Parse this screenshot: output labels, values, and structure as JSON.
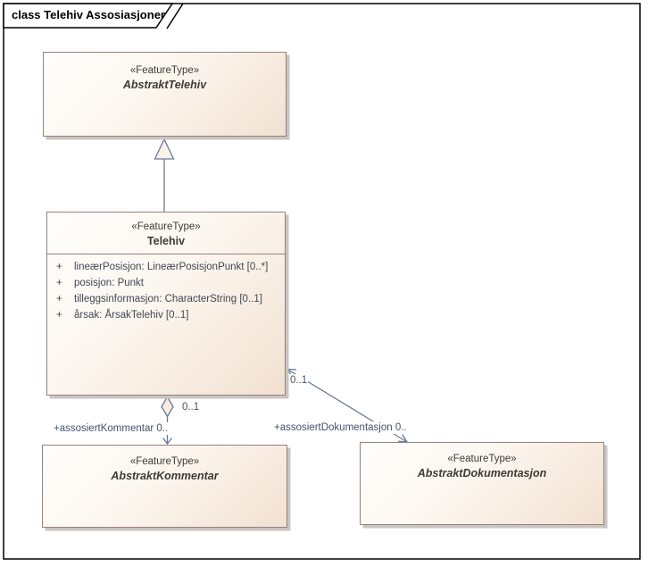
{
  "frame": {
    "title": "class Telehiv Assosiasjoner"
  },
  "colors": {
    "frame-border": "#000000",
    "box-border": "#97817e",
    "box-fill-start": "#fffefc",
    "box-fill-end": "#f2e1d1",
    "shadow": "#c9c5c2",
    "connector": "#6a7899",
    "connector-fill": "#faf3ea",
    "name-text": "#3e3a36",
    "attr-text": "#414752",
    "label-text": "#47506a"
  },
  "classes": {
    "abstrakt_telehiv": {
      "stereotype": "«FeatureType»",
      "name": "AbstraktTelehiv"
    },
    "telehiv": {
      "stereotype": "«FeatureType»",
      "name": "Telehiv",
      "attributes": [
        {
          "visibility": "+",
          "text": "lineærPosisjon: LineærPosisjonPunkt [0..*]"
        },
        {
          "visibility": "+",
          "text": "posisjon: Punkt"
        },
        {
          "visibility": "+",
          "text": "tilleggsinformasjon: CharacterString [0..1]"
        },
        {
          "visibility": "+",
          "text": "årsak: ÅrsakTelehiv [0..1]"
        }
      ]
    },
    "abstrakt_kommentar": {
      "stereotype": "«FeatureType»",
      "name": "AbstraktKommentar"
    },
    "abstrakt_dokumentasjon": {
      "stereotype": "«FeatureType»",
      "name": "AbstraktDokumentasjon"
    }
  },
  "associations": {
    "kommentar": {
      "source_multiplicity": "0..1",
      "target_label": "+assosiertKommentar 0.."
    },
    "dokumentasjon": {
      "source_multiplicity": "0..1",
      "target_label": "+assosiertDokumentasjon 0.."
    }
  }
}
